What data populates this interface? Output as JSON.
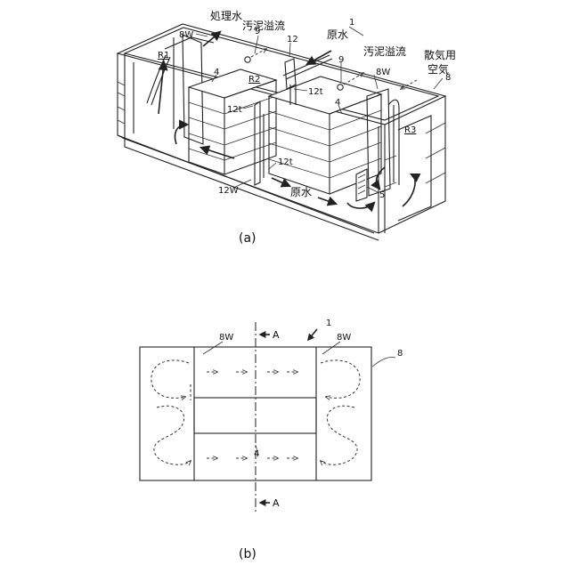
{
  "figure_a": {
    "caption": "(a)",
    "labels": {
      "treated_water": "処理水",
      "sludge_overflow_left": "汚泥溢流",
      "sludge_overflow_right": "汚泥溢流",
      "raw_water_top": "原水",
      "raw_water_bottom": "原水",
      "aeration_air_line1": "散気用",
      "aeration_air_line2": "空気",
      "ref_1": "1",
      "ref_8": "8",
      "ref_9_left": "9",
      "ref_9_right": "9",
      "ref_12": "12",
      "ref_8w_left": "8W",
      "ref_8w_right": "8W",
      "ref_4_left": "4",
      "ref_4_right": "4",
      "ref_5": "5",
      "ref_12t_a": "12t",
      "ref_12t_b": "12t",
      "ref_12t_c": "12t",
      "ref_12w": "12W",
      "r1": "R1",
      "r2": "R2",
      "r3": "R3"
    }
  },
  "figure_b": {
    "caption": "(b)",
    "labels": {
      "ref_1": "1",
      "ref_8": "8",
      "ref_8w_left": "8W",
      "ref_8w_right": "8W",
      "ref_4": "4",
      "section_top": "A",
      "section_bottom": "A"
    }
  },
  "colors": {
    "line": "#222222",
    "background": "#ffffff"
  }
}
